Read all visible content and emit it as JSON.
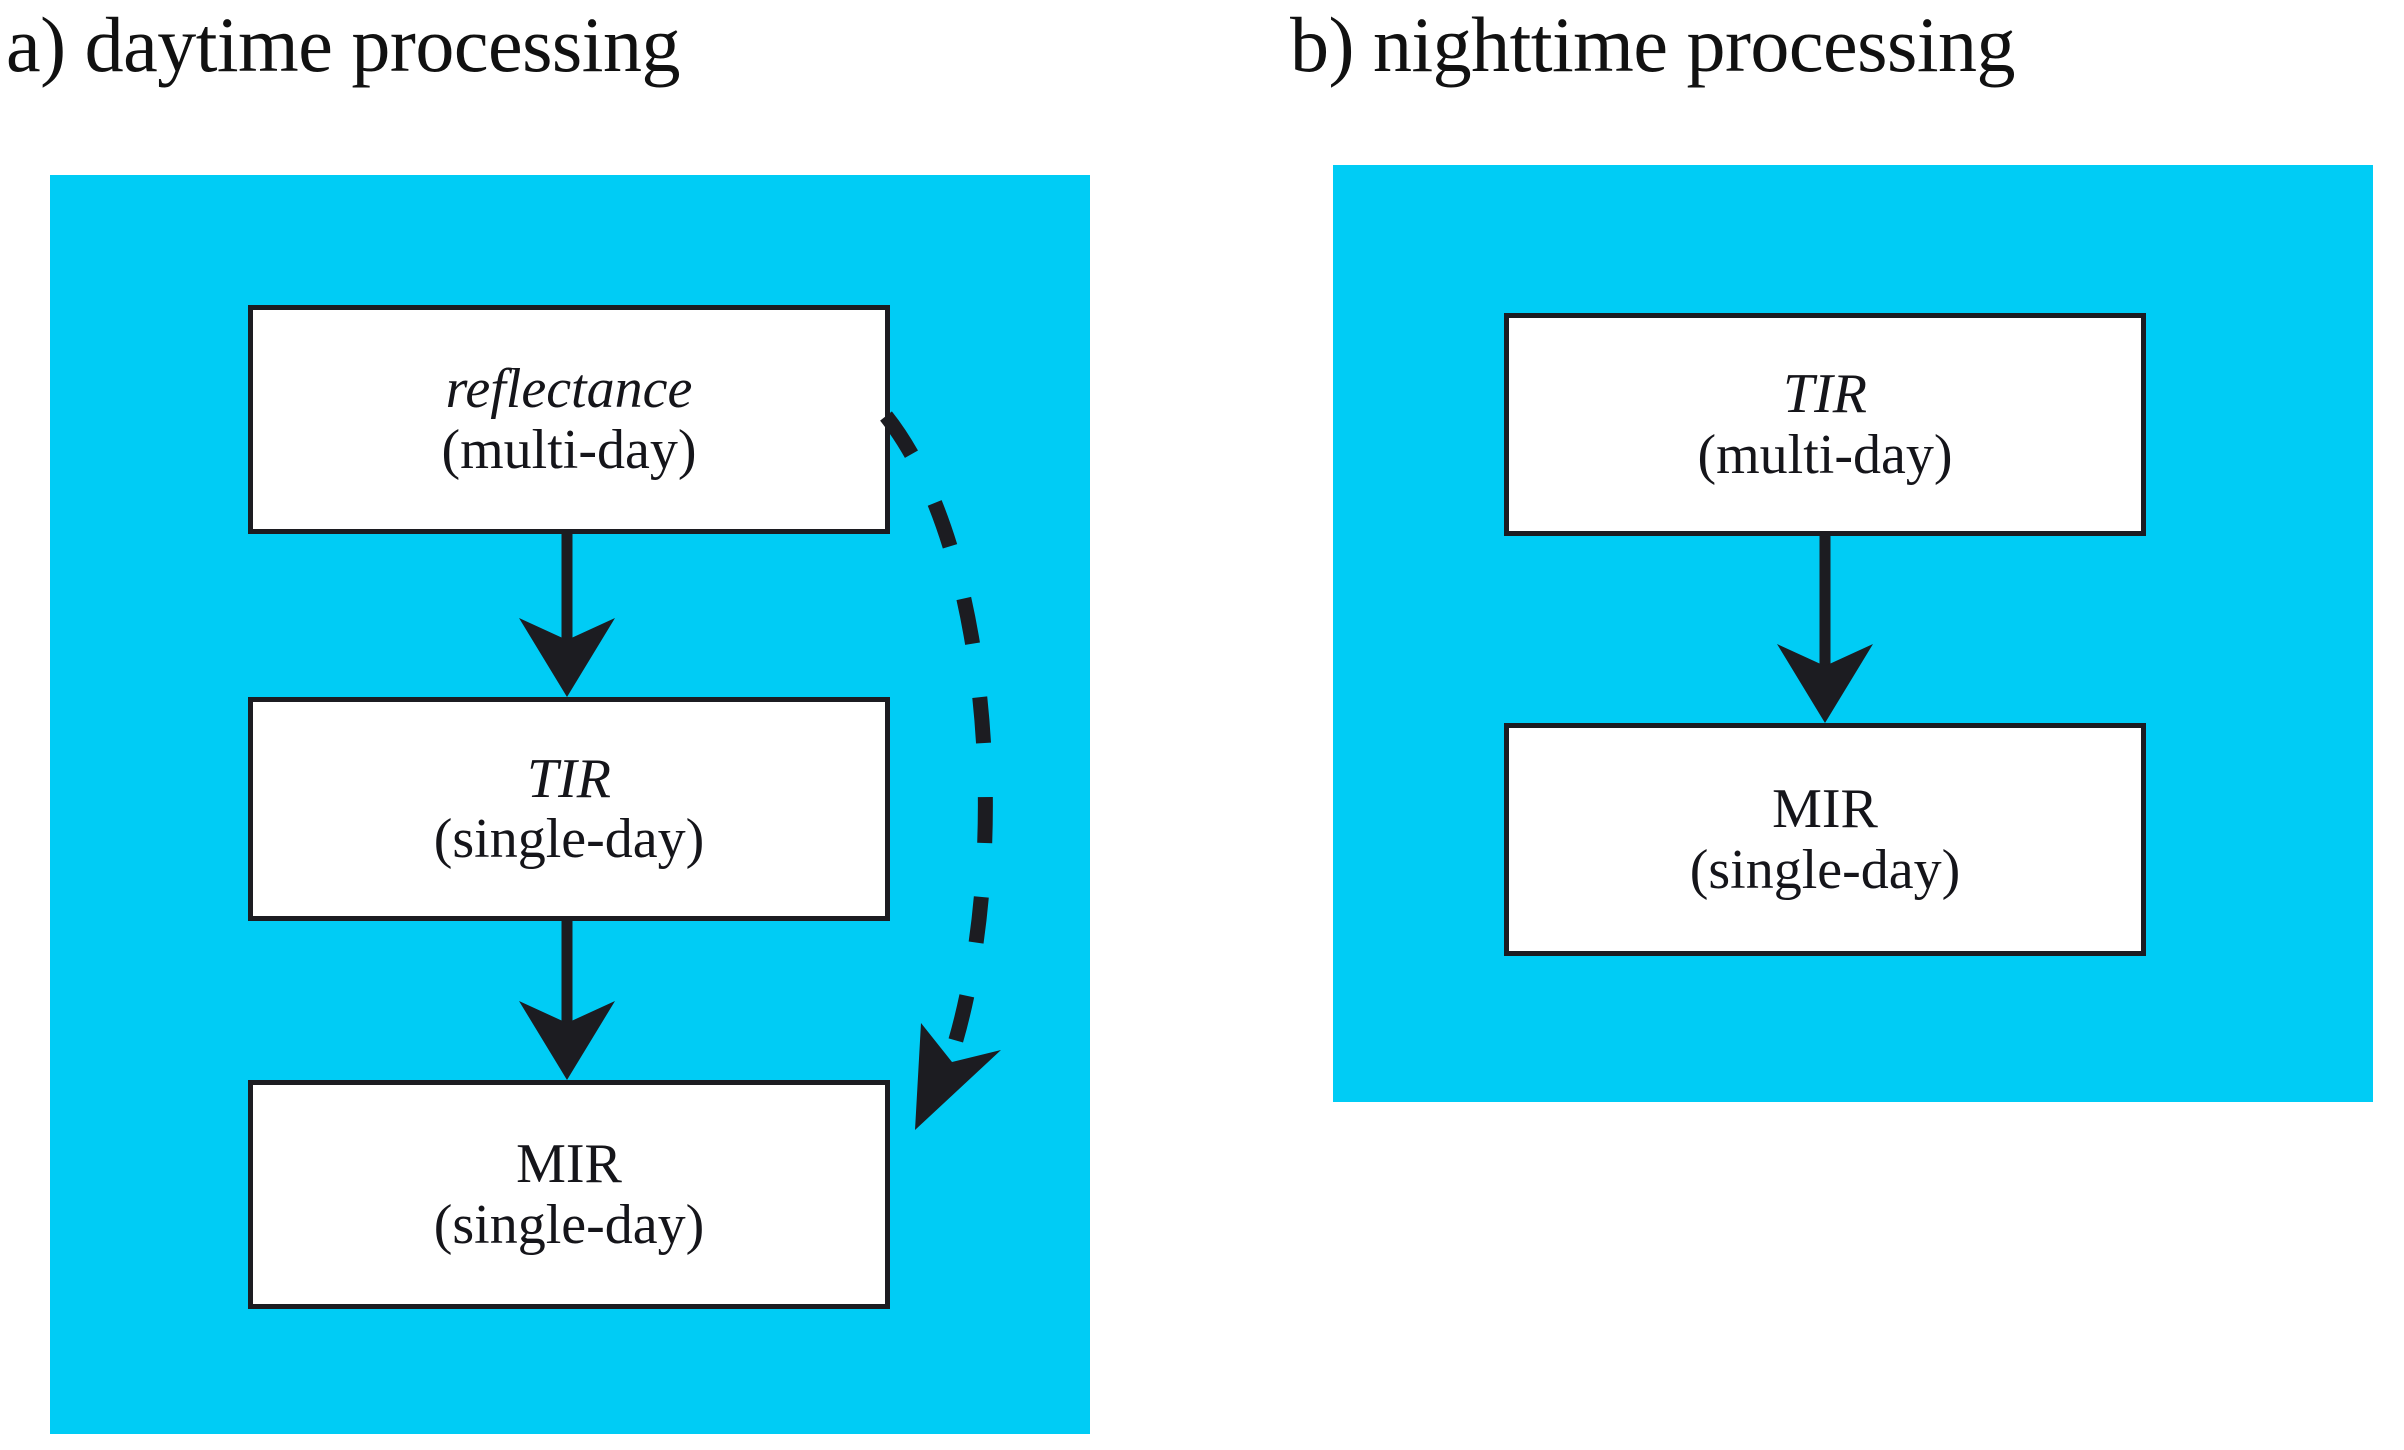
{
  "figure": {
    "background_color": "#ffffff",
    "panel_fill_color": "#00ccf5",
    "box_fill_color": "#ffffff",
    "stroke_color": "#1c1c21"
  },
  "panels": [
    {
      "id": "a",
      "title": "a) daytime processing",
      "nodes": [
        {
          "id": "a-reflectance",
          "line1": "reflectance",
          "line1_style": "italic",
          "line2": "(multi-day)",
          "line2_style": "roman"
        },
        {
          "id": "a-tir",
          "line1": "TIR",
          "line1_style": "italic",
          "line2": "(single-day)",
          "line2_style": "roman"
        },
        {
          "id": "a-mir",
          "line1": "MIR",
          "line1_style": "roman",
          "line2": "(single-day)",
          "line2_style": "roman"
        }
      ],
      "connectors": [
        {
          "id": "a-arrow-reflectance-to-tir",
          "kind": "solid-arrow",
          "from": "a-reflectance",
          "to": "a-tir"
        },
        {
          "id": "a-arrow-tir-to-mir",
          "kind": "solid-arrow",
          "from": "a-tir",
          "to": "a-mir"
        },
        {
          "id": "a-arrow-reflectance-to-mir",
          "kind": "dashed-curved-arrow",
          "from": "a-reflectance",
          "to": "a-mir"
        }
      ]
    },
    {
      "id": "b",
      "title": "b) nighttime processing",
      "nodes": [
        {
          "id": "b-tir",
          "line1": "TIR",
          "line1_style": "italic",
          "line2": "(multi-day)",
          "line2_style": "roman"
        },
        {
          "id": "b-mir",
          "line1": "MIR",
          "line1_style": "roman",
          "line2": "(single-day)",
          "line2_style": "roman"
        }
      ],
      "connectors": [
        {
          "id": "b-arrow-tir-to-mir",
          "kind": "solid-arrow",
          "from": "b-tir",
          "to": "b-mir"
        }
      ]
    }
  ]
}
